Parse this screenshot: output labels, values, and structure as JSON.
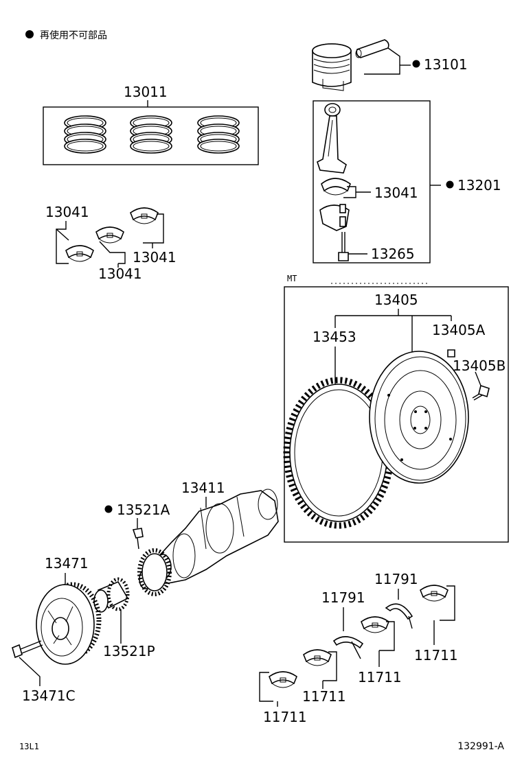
{
  "legend": {
    "marker": "●",
    "text": "再使用不可部品"
  },
  "mt_label": "MT",
  "footer": {
    "left": "13L1",
    "right": "132991-A"
  },
  "labels": {
    "p13011": "13011",
    "p13101": "13101",
    "p13201": "13201",
    "p13041_rod": "13041",
    "p13265": "13265",
    "p13041_a": "13041",
    "p13041_b": "13041",
    "p13041_c": "13041",
    "p13405": "13405",
    "p13453": "13453",
    "p13405A": "13405A",
    "p13405B": "13405B",
    "p13411": "13411",
    "p13521A": "13521A",
    "p13471": "13471",
    "p13521P": "13521P",
    "p13471C": "13471C",
    "p11791_a": "11791",
    "p11791_b": "11791",
    "p11711_a": "11711",
    "p11711_b": "11711",
    "p11711_c": "11711",
    "p11711_d": "11711"
  }
}
